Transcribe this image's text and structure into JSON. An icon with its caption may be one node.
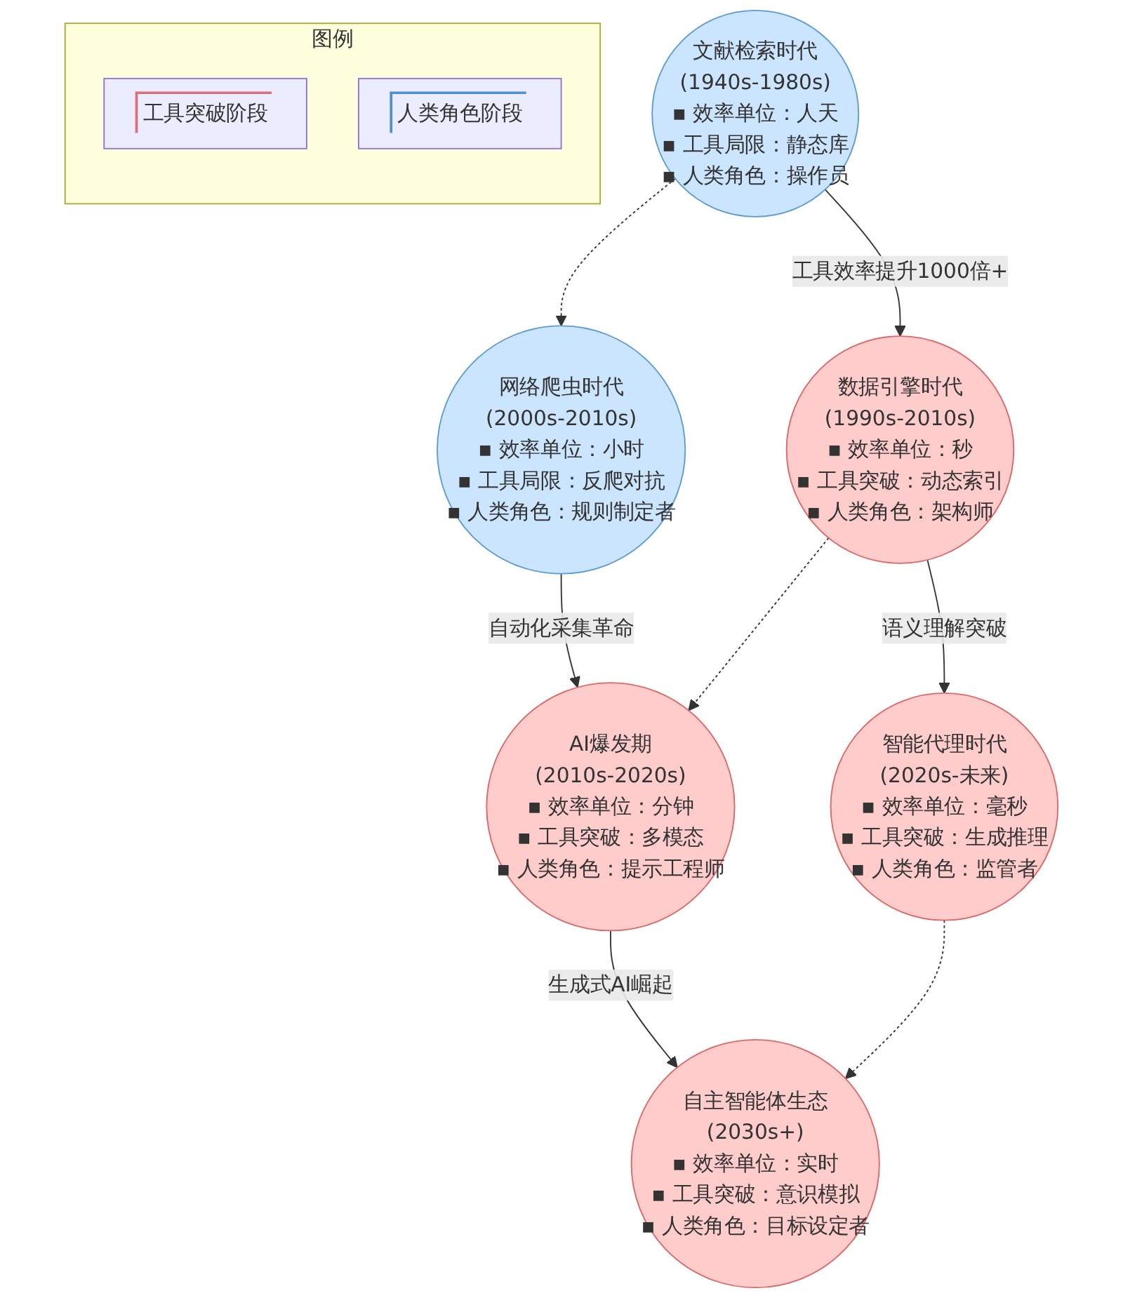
{
  "diagram": {
    "nodes": [
      {
        "text": [
          "图例"
        ]
      },
      {
        "text": [
          "工具突破阶段"
        ],
        "in": 0
      },
      {
        "text": [
          "人类角色阶段"
        ],
        "in": 0
      },
      {
        "text": [
          "文献检索时代",
          "(1940s-1980s)",
          "▪ 效率单位：人天",
          "▪ 工具局限：静态库",
          "▪ 人类角色：操作员"
        ]
      },
      {
        "text": [
          "网络爬虫时代",
          "(2000s-2010s)",
          "▪ 效率单位：小时",
          "▪ 工具局限：反爬对抗",
          "▪ 人类角色：规则制定者"
        ]
      },
      {
        "text": [
          "数据引擎时代",
          "(1990s-2010s)",
          "▪ 效率单位：秒",
          "▪ 工具突破：动态索引",
          "▪ 人类角色：架构师"
        ]
      },
      {
        "text": [
          "AI爆发期",
          "(2010s-2020s)",
          "▪ 效率单位：分钟",
          "▪ 工具突破：多模态",
          "▪ 人类角色：提示工程师"
        ]
      },
      {
        "text": [
          "智能代理时代",
          "(2020s-未来)",
          "▪ 效率单位：毫秒",
          "▪ 工具突破：生成推理",
          "▪ 人类角色：监管者"
        ]
      },
      {
        "text": [
          "自主智能体生态",
          "(2030s+)",
          "▪ 效率单位：实时",
          "▪ 工具突破：意识模拟",
          "▪ 人类角色：目标设定者"
        ]
      }
    ],
    "edges": [
      {
        "from": 3,
        "to": 4,
        "arrow": "to",
        "style": "dashed"
      },
      {
        "from": 3,
        "to": 5,
        "arrow": "to",
        "label": "工具效率提升1000倍+"
      },
      {
        "from": 4,
        "to": 6,
        "arrow": "to",
        "label": "自动化采集革命"
      },
      {
        "from": 5,
        "to": 6,
        "arrow": "to",
        "style": "dashed"
      },
      {
        "from": 5,
        "to": 7,
        "arrow": "to",
        "label": "语义理解突破"
      },
      {
        "from": 6,
        "to": 8,
        "arrow": "to",
        "label": "生成式AI崛起"
      },
      {
        "from": 7,
        "to": 8,
        "arrow": "to",
        "style": "dashed"
      }
    ]
  }
}
